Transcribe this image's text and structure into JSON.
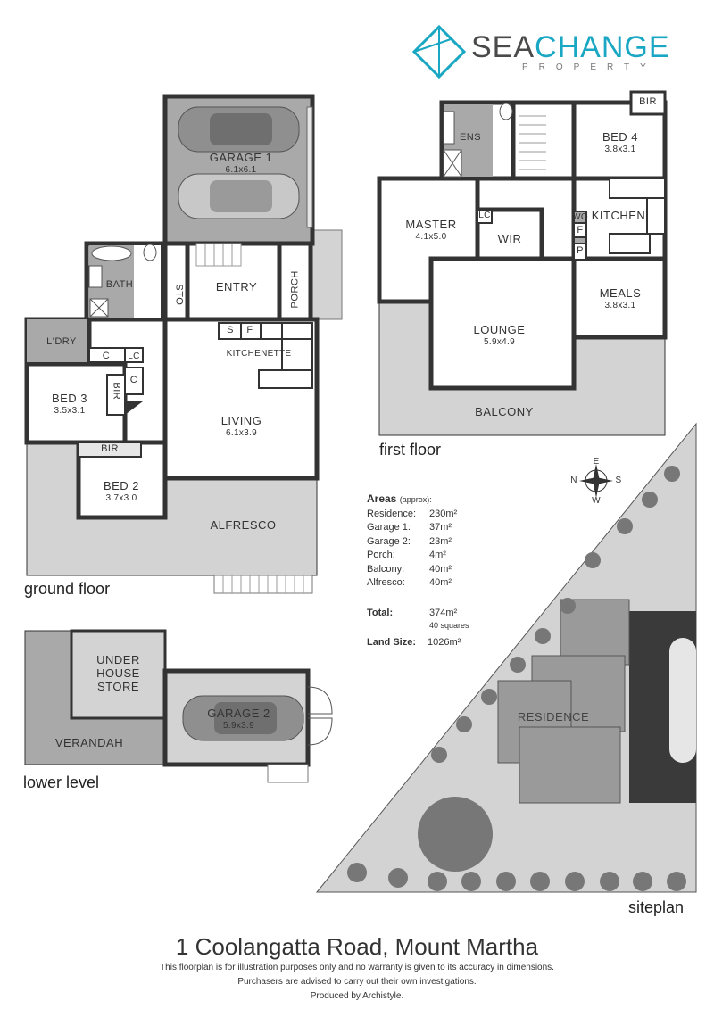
{
  "brand": {
    "name_part1": "SEA",
    "name_part2": "CHANGE",
    "sub": "PROPERTY"
  },
  "sections": {
    "ground": "ground floor",
    "first": "first floor",
    "lower": "lower level",
    "site": "siteplan"
  },
  "rooms": {
    "garage1": {
      "name": "GARAGE 1",
      "dim": "6.1x6.1"
    },
    "bath": "BATH",
    "entry": "ENTRY",
    "sto": "STO",
    "porch": "PORCH",
    "ldry": "L'DRY",
    "c1": "C",
    "lc1": "LC",
    "c2": "C",
    "s": "S",
    "f1": "F",
    "kitchenette": "KITCHENETTE",
    "bed3": {
      "name": "BED 3",
      "dim": "3.5x3.1"
    },
    "bir1": "BIR",
    "living": {
      "name": "LIVING",
      "dim": "6.1x3.9"
    },
    "bir2": "BIR",
    "bed2": {
      "name": "BED 2",
      "dim": "3.7x3.0"
    },
    "alfresco": "ALFRESCO",
    "ens": "ENS",
    "bir3": "BIR",
    "bed4": {
      "name": "BED 4",
      "dim": "3.8x3.1"
    },
    "master": {
      "name": "MASTER",
      "dim": "4.1x5.0"
    },
    "lc2": "LC",
    "wir": "WIR",
    "wo": "WO",
    "f2": "F",
    "p": "P",
    "kitchen": "KITCHEN",
    "meals": {
      "name": "MEALS",
      "dim": "3.8x3.1"
    },
    "lounge": {
      "name": "LOUNGE",
      "dim": "5.9x4.9"
    },
    "balcony": "BALCONY",
    "under_house_store": "UNDER HOUSE STORE",
    "garage2": {
      "name": "GARAGE 2",
      "dim": "5.9x3.9"
    },
    "verandah": "VERANDAH",
    "residence": "RESIDENCE"
  },
  "compass": {
    "n": "N",
    "s": "S",
    "e": "E",
    "w": "W"
  },
  "areas": {
    "heading": "Areas",
    "heading_note": "(approx):",
    "rows": [
      {
        "label": "Residence:",
        "value": "230m²"
      },
      {
        "label": "Garage 1:",
        "value": "37m²"
      },
      {
        "label": "Garage 2:",
        "value": "23m²"
      },
      {
        "label": "Porch:",
        "value": "4m²"
      },
      {
        "label": "Balcony:",
        "value": "40m²"
      },
      {
        "label": "Alfresco:",
        "value": "40m²"
      }
    ],
    "total_label": "Total:",
    "total_value": "374m²",
    "total_squares": "40 squares",
    "land_label": "Land Size:",
    "land_value": "1026m²"
  },
  "title": "1 Coolangatta Road, Mount Martha",
  "disclaimer": {
    "line1": "This floorplan is for illustration purposes only and no warranty is given to its accuracy in dimensions.",
    "line2": "Purchasers are advised to carry out their own investigations.",
    "line3": "Produced by Archistyle."
  },
  "colors": {
    "accent": "#1aa7c4",
    "outdoor": "#d3d3d3",
    "wall": "#333333",
    "wet": "#a9a9a9"
  }
}
